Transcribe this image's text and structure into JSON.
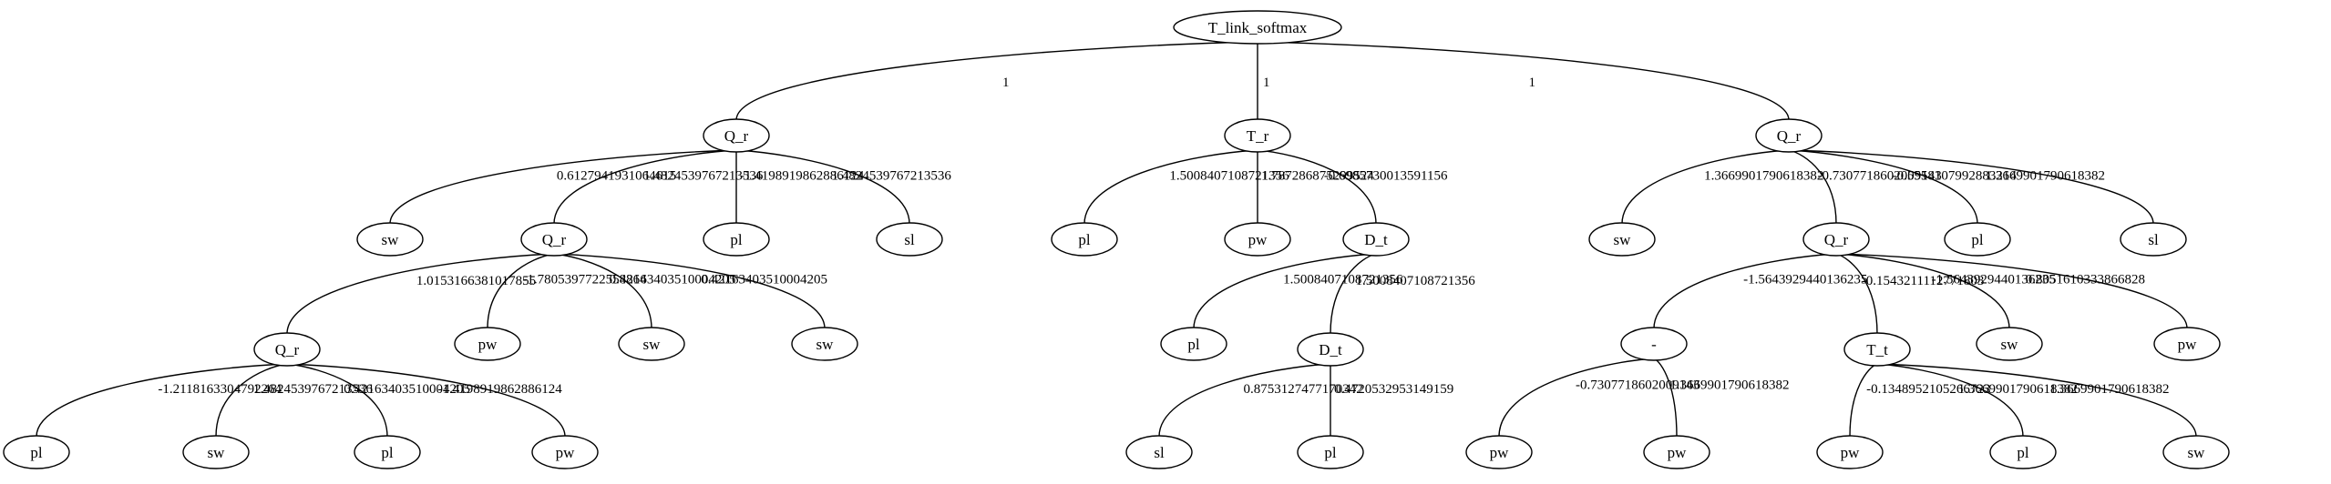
{
  "graph": {
    "nodes": [
      {
        "id": "n0",
        "label": "T_link_softmax"
      },
      {
        "id": "n1",
        "label": "Q_r"
      },
      {
        "id": "n2",
        "label": "T_r"
      },
      {
        "id": "n3",
        "label": "Q_r"
      },
      {
        "id": "n4",
        "label": "sw"
      },
      {
        "id": "n5",
        "label": "Q_r"
      },
      {
        "id": "n6",
        "label": "pl"
      },
      {
        "id": "n7",
        "label": "sl"
      },
      {
        "id": "n8",
        "label": "Q_r"
      },
      {
        "id": "n9",
        "label": "pw"
      },
      {
        "id": "n10",
        "label": "sw"
      },
      {
        "id": "n11",
        "label": "sw"
      },
      {
        "id": "n12",
        "label": "pl"
      },
      {
        "id": "n13",
        "label": "sw"
      },
      {
        "id": "n14",
        "label": "pl"
      },
      {
        "id": "n15",
        "label": "pw"
      },
      {
        "id": "n16",
        "label": "pl"
      },
      {
        "id": "n17",
        "label": "pw"
      },
      {
        "id": "n18",
        "label": "D_t"
      },
      {
        "id": "n19",
        "label": "pl"
      },
      {
        "id": "n20",
        "label": "D_t"
      },
      {
        "id": "n21",
        "label": "sl"
      },
      {
        "id": "n22",
        "label": "pl"
      },
      {
        "id": "n23",
        "label": "sw"
      },
      {
        "id": "n24",
        "label": "Q_r"
      },
      {
        "id": "n25",
        "label": "pl"
      },
      {
        "id": "n26",
        "label": "sl"
      },
      {
        "id": "n27",
        "label": "-"
      },
      {
        "id": "n28",
        "label": "T_t"
      },
      {
        "id": "n29",
        "label": "sw"
      },
      {
        "id": "n30",
        "label": "pw"
      },
      {
        "id": "n31",
        "label": "pw"
      },
      {
        "id": "n32",
        "label": "pw"
      },
      {
        "id": "n33",
        "label": "pw"
      },
      {
        "id": "n34",
        "label": "pl"
      },
      {
        "id": "n35",
        "label": "sw"
      }
    ],
    "edges": [
      {
        "from": "n0",
        "to": "n1",
        "label": "1"
      },
      {
        "from": "n0",
        "to": "n2",
        "label": "1"
      },
      {
        "from": "n0",
        "to": "n3",
        "label": "1"
      },
      {
        "from": "n1",
        "to": "n4",
        "label": "0.6127941931064615"
      },
      {
        "from": "n1",
        "to": "n5",
        "label": "1.4824539767213536"
      },
      {
        "from": "n1",
        "to": "n6",
        "label": "-1.4198919862886124"
      },
      {
        "from": "n1",
        "to": "n7",
        "label": "1.4824539767213536"
      },
      {
        "from": "n5",
        "to": "n8",
        "label": "1.0153166381017855"
      },
      {
        "from": "n5",
        "to": "n9",
        "label": "-1.7805397722558864"
      },
      {
        "from": "n5",
        "to": "n10",
        "label": "0.42163403510004205"
      },
      {
        "from": "n5",
        "to": "n11",
        "label": "0.42163403510004205"
      },
      {
        "from": "n8",
        "to": "n12",
        "label": "-1.2118163304792264"
      },
      {
        "from": "n8",
        "to": "n13",
        "label": "1.4824539767213536"
      },
      {
        "from": "n8",
        "to": "n14",
        "label": "0.42163403510004205"
      },
      {
        "from": "n8",
        "to": "n15",
        "label": "-1.4198919862886124"
      },
      {
        "from": "n2",
        "to": "n16",
        "label": "1.5008407108721356"
      },
      {
        "from": "n2",
        "to": "n17",
        "label": "1.787286875299524"
      },
      {
        "from": "n2",
        "to": "n18",
        "label": "-0.6985730013591156"
      },
      {
        "from": "n18",
        "to": "n19",
        "label": "1.5008407108721356"
      },
      {
        "from": "n18",
        "to": "n20",
        "label": "1.5008407108721356"
      },
      {
        "from": "n20",
        "to": "n21",
        "label": "0.8753127477170342"
      },
      {
        "from": "n20",
        "to": "n22",
        "label": "0.4720532953149159"
      },
      {
        "from": "n3",
        "to": "n23",
        "label": "1.3669901790618382"
      },
      {
        "from": "n3",
        "to": "n24",
        "label": "-0.7307718602009143"
      },
      {
        "from": "n3",
        "to": "n25",
        "label": "-0.5558107992883214"
      },
      {
        "from": "n3",
        "to": "n26",
        "label": "1.3669901790618382"
      },
      {
        "from": "n24",
        "to": "n27",
        "label": "-1.5643929440136235"
      },
      {
        "from": "n24",
        "to": "n28",
        "label": "-0.1543211112771803"
      },
      {
        "from": "n24",
        "to": "n29",
        "label": "-1.5643929440136235"
      },
      {
        "from": "n24",
        "to": "n30",
        "label": "0.8051610333866828"
      },
      {
        "from": "n27",
        "to": "n31",
        "label": "-0.7307718602009143"
      },
      {
        "from": "n27",
        "to": "n32",
        "label": "1.3669901790618382"
      },
      {
        "from": "n28",
        "to": "n33",
        "label": "-0.1348952105266723"
      },
      {
        "from": "n28",
        "to": "n34",
        "label": "1.3669901790618382"
      },
      {
        "from": "n28",
        "to": "n35",
        "label": "1.3669901790618382"
      }
    ]
  }
}
